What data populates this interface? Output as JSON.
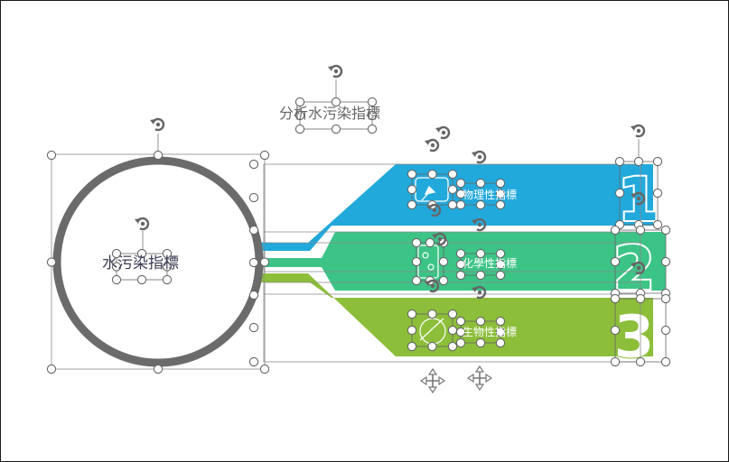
{
  "slide": {
    "title": "分析水污染指標",
    "circle_label": "水污染指標",
    "bands": [
      {
        "label": "物理性指標",
        "number": "1",
        "color": "#22a9dc"
      },
      {
        "label": "化學性指標",
        "number": "2",
        "color": "#3cc486"
      },
      {
        "label": "生物性指標",
        "number": "3",
        "color": "#8cbe3a"
      }
    ],
    "ring_color": "#6b6b6b",
    "selection_color": "#7a7a7a"
  }
}
